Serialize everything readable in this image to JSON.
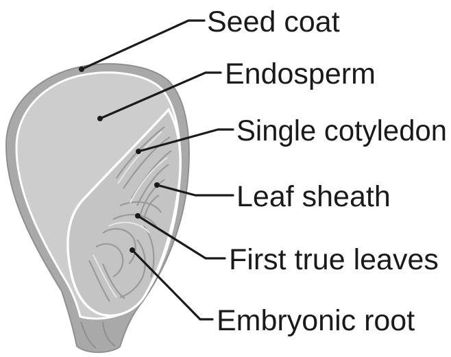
{
  "diagram": {
    "labels": {
      "seed_coat": "Seed coat",
      "endosperm": "Endosperm",
      "single_cotyledon": "Single cotyledon",
      "leaf_sheath": "Leaf sheath",
      "first_true_leaves": "First true leaves",
      "embryonic_root": "Embryonic root"
    },
    "colors": {
      "seed_coat": "#a9a9a9",
      "endosperm": "#cdcdcd",
      "embryo": "#c9c9c9",
      "embryo_lines": "#9a9a9a",
      "highlight": "#ffffff",
      "leader": "#1a1a1a"
    }
  }
}
